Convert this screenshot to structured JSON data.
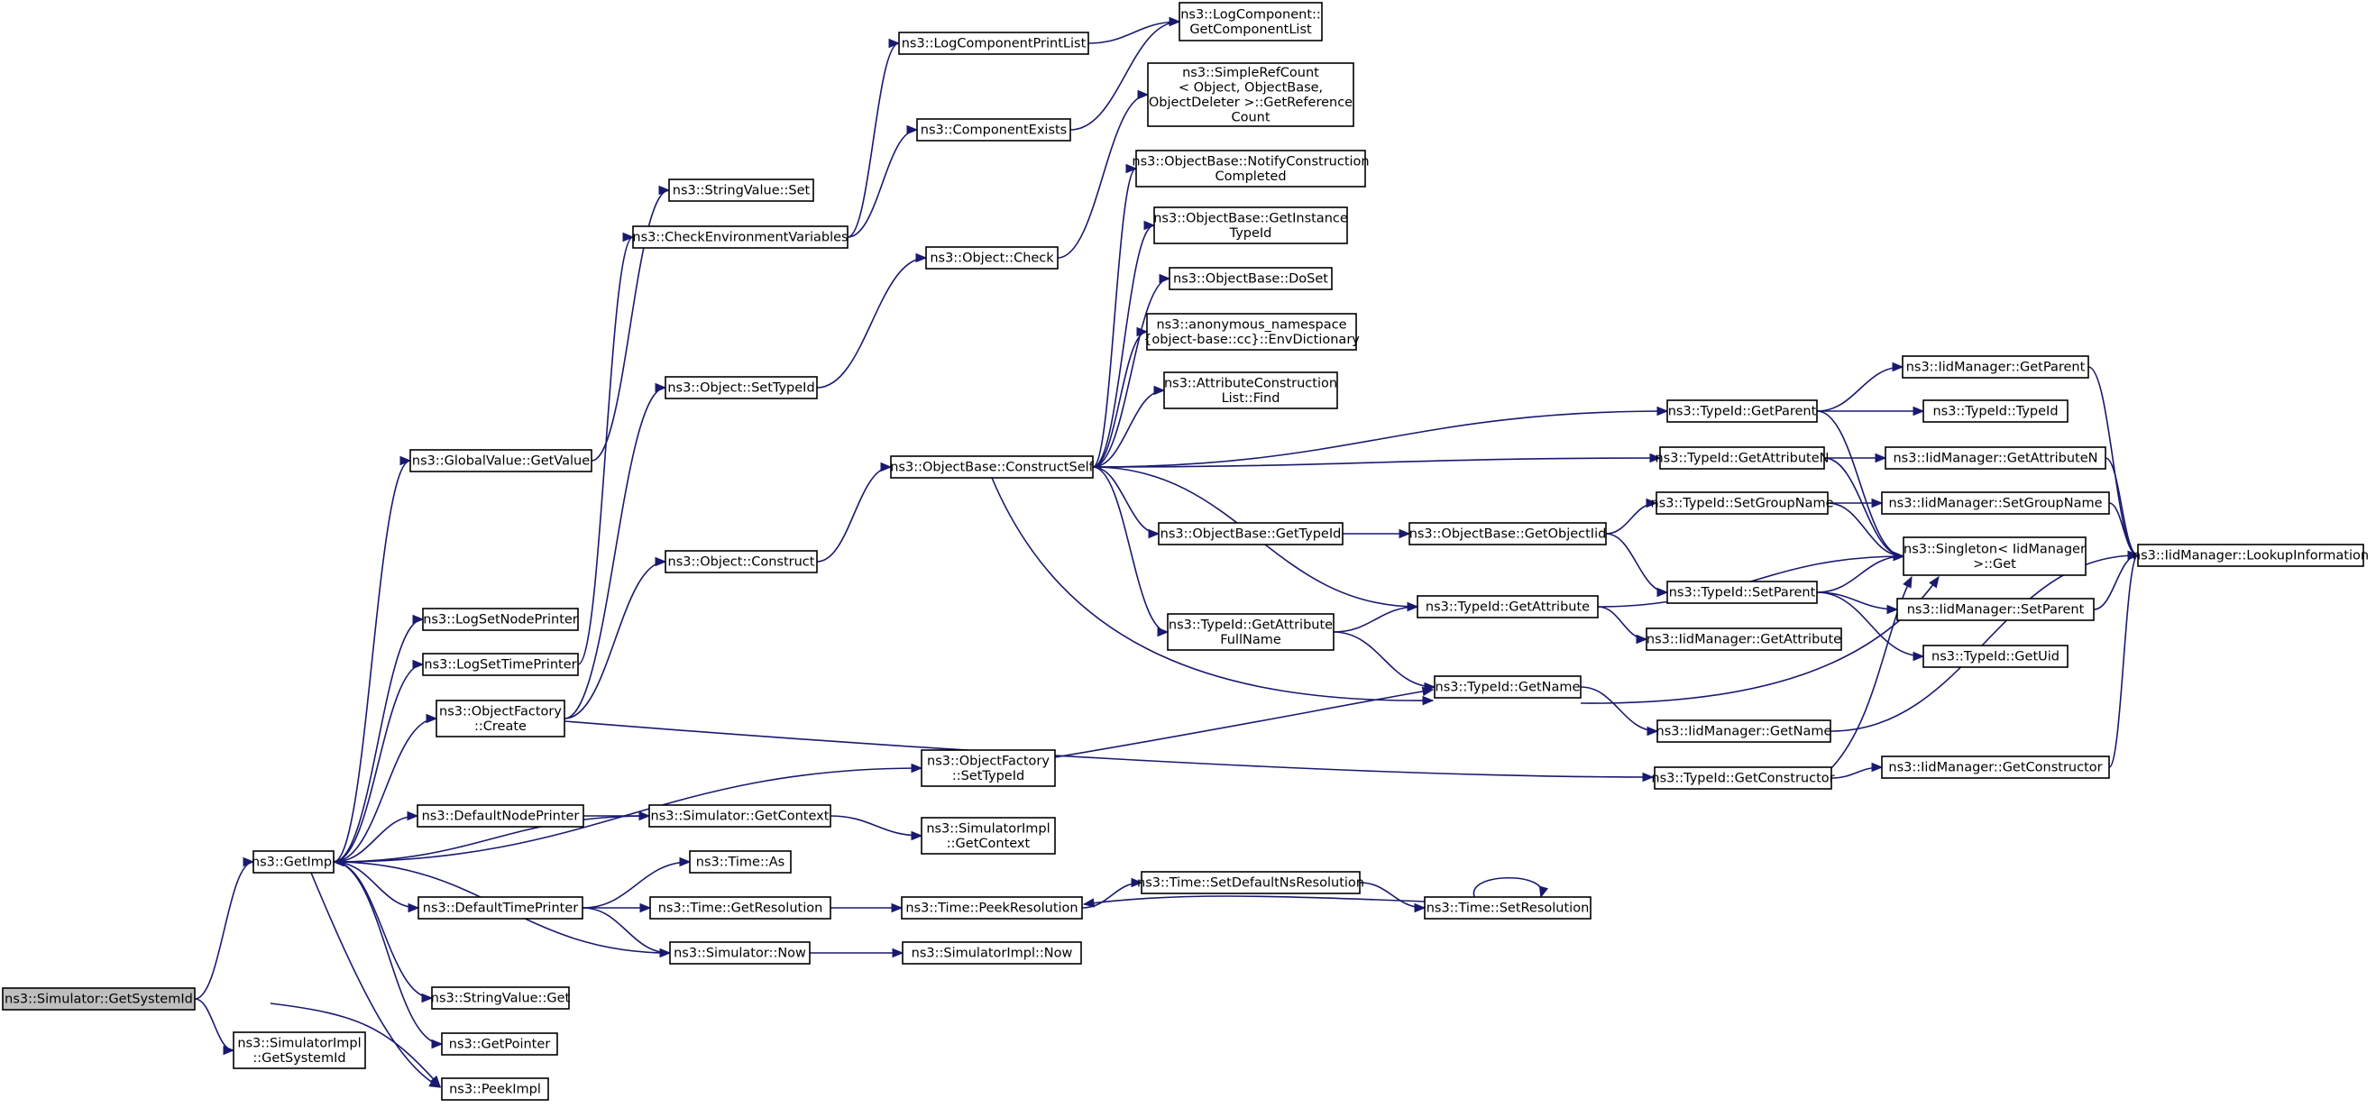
{
  "colors": {
    "edge": "#191970",
    "node_border": "#000000",
    "root_fill": "#bfbfbf",
    "node_fill": "#ffffff"
  },
  "nodes": [
    {
      "id": "getSystemId",
      "lines": [
        "ns3::Simulator::GetSystemId"
      ],
      "highlight": true
    },
    {
      "id": "getImpl",
      "lines": [
        "ns3::GetImpl"
      ]
    },
    {
      "id": "simImplGetSystemId",
      "lines": [
        "ns3::SimulatorImpl",
        "::GetSystemId"
      ]
    },
    {
      "id": "peekImpl",
      "lines": [
        "ns3::PeekImpl"
      ]
    },
    {
      "id": "globalValueGetValue",
      "lines": [
        "ns3::GlobalValue::GetValue"
      ]
    },
    {
      "id": "logSetNodePrinter",
      "lines": [
        "ns3::LogSetNodePrinter"
      ]
    },
    {
      "id": "logSetTimePrinter",
      "lines": [
        "ns3::LogSetTimePrinter"
      ]
    },
    {
      "id": "objectFactoryCreate",
      "lines": [
        "ns3::ObjectFactory",
        "::Create"
      ]
    },
    {
      "id": "defaultNodePrinter",
      "lines": [
        "ns3::DefaultNodePrinter"
      ]
    },
    {
      "id": "defaultTimePrinter",
      "lines": [
        "ns3::DefaultTimePrinter"
      ]
    },
    {
      "id": "stringValueGet",
      "lines": [
        "ns3::StringValue::Get"
      ]
    },
    {
      "id": "getPointer",
      "lines": [
        "ns3::GetPointer"
      ]
    },
    {
      "id": "stringValueSet",
      "lines": [
        "ns3::StringValue::Set"
      ]
    },
    {
      "id": "checkEnvVars",
      "lines": [
        "ns3::CheckEnvironmentVariables"
      ]
    },
    {
      "id": "objectSetTypeId",
      "lines": [
        "ns3::Object::SetTypeId"
      ]
    },
    {
      "id": "objectConstruct",
      "lines": [
        "ns3::Object::Construct"
      ]
    },
    {
      "id": "objectFactorySetTypeId",
      "lines": [
        "ns3::ObjectFactory",
        "::SetTypeId"
      ]
    },
    {
      "id": "simulatorGetContext",
      "lines": [
        "ns3::Simulator::GetContext"
      ]
    },
    {
      "id": "timeAs",
      "lines": [
        "ns3::Time::As"
      ]
    },
    {
      "id": "timeGetResolution",
      "lines": [
        "ns3::Time::GetResolution"
      ]
    },
    {
      "id": "simulatorNow",
      "lines": [
        "ns3::Simulator::Now"
      ]
    },
    {
      "id": "logComponentPrintList",
      "lines": [
        "ns3::LogComponentPrintList"
      ]
    },
    {
      "id": "componentExists",
      "lines": [
        "ns3::ComponentExists"
      ]
    },
    {
      "id": "objectCheck",
      "lines": [
        "ns3::Object::Check"
      ]
    },
    {
      "id": "constructSelf",
      "lines": [
        "ns3::ObjectBase::ConstructSelf"
      ]
    },
    {
      "id": "simImplGetContext",
      "lines": [
        "ns3::SimulatorImpl",
        "::GetContext"
      ]
    },
    {
      "id": "timePeekResolution",
      "lines": [
        "ns3::Time::PeekResolution"
      ]
    },
    {
      "id": "simImplNow",
      "lines": [
        "ns3::SimulatorImpl::Now"
      ]
    },
    {
      "id": "getComponentList",
      "lines": [
        "ns3::LogComponent::",
        "GetComponentList"
      ]
    },
    {
      "id": "getReferenceCount",
      "lines": [
        "ns3::SimpleRefCount",
        "< Object, ObjectBase,",
        " ObjectDeleter >::GetReference",
        "Count"
      ]
    },
    {
      "id": "notifyConstructionCompleted",
      "lines": [
        "ns3::ObjectBase::NotifyConstruction",
        "Completed"
      ]
    },
    {
      "id": "getInstanceTypeId",
      "lines": [
        "ns3::ObjectBase::GetInstance",
        "TypeId"
      ]
    },
    {
      "id": "doSet",
      "lines": [
        "ns3::ObjectBase::DoSet"
      ]
    },
    {
      "id": "envDictionary",
      "lines": [
        "ns3::anonymous_namespace",
        "{object-base::cc}::EnvDictionary"
      ]
    },
    {
      "id": "attrConstructionListFind",
      "lines": [
        "ns3::AttributeConstruction",
        "List::Find"
      ]
    },
    {
      "id": "objectBaseGetTypeId",
      "lines": [
        "ns3::ObjectBase::GetTypeId"
      ]
    },
    {
      "id": "getAttributeFullName",
      "lines": [
        "ns3::TypeId::GetAttribute",
        "FullName"
      ]
    },
    {
      "id": "setDefaultNsResolution",
      "lines": [
        "ns3::Time::SetDefaultNsResolution"
      ]
    },
    {
      "id": "timeSetResolution",
      "lines": [
        "ns3::Time::SetResolution"
      ]
    },
    {
      "id": "getObjectIid",
      "lines": [
        "ns3::ObjectBase::GetObjectIid"
      ]
    },
    {
      "id": "typeIdGetAttribute",
      "lines": [
        "ns3::TypeId::GetAttribute"
      ]
    },
    {
      "id": "typeIdGetName",
      "lines": [
        "ns3::TypeId::GetName"
      ]
    },
    {
      "id": "typeIdGetParent",
      "lines": [
        "ns3::TypeId::GetParent"
      ]
    },
    {
      "id": "typeIdGetAttributeN",
      "lines": [
        "ns3::TypeId::GetAttributeN"
      ]
    },
    {
      "id": "typeIdSetGroupName",
      "lines": [
        "ns3::TypeId::SetGroupName"
      ]
    },
    {
      "id": "typeIdSetParent",
      "lines": [
        "ns3::TypeId::SetParent"
      ]
    },
    {
      "id": "iidGetAttribute",
      "lines": [
        "ns3::IidManager::GetAttribute"
      ]
    },
    {
      "id": "iidGetName",
      "lines": [
        "ns3::IidManager::GetName"
      ]
    },
    {
      "id": "typeIdGetConstructor",
      "lines": [
        "ns3::TypeId::GetConstructor"
      ]
    },
    {
      "id": "iidGetParent",
      "lines": [
        "ns3::IidManager::GetParent"
      ]
    },
    {
      "id": "typeIdTypeId",
      "lines": [
        "ns3::TypeId::TypeId"
      ]
    },
    {
      "id": "iidGetAttributeN",
      "lines": [
        "ns3::IidManager::GetAttributeN"
      ]
    },
    {
      "id": "iidSetGroupName",
      "lines": [
        "ns3::IidManager::SetGroupName"
      ]
    },
    {
      "id": "singletonGet",
      "lines": [
        "ns3::Singleton< IidManager",
        " >::Get"
      ]
    },
    {
      "id": "iidSetParent",
      "lines": [
        "ns3::IidManager::SetParent"
      ]
    },
    {
      "id": "typeIdGetUid",
      "lines": [
        "ns3::TypeId::GetUid"
      ]
    },
    {
      "id": "iidGetConstructor",
      "lines": [
        "ns3::IidManager::GetConstructor"
      ]
    },
    {
      "id": "iidLookupInformation",
      "lines": [
        "ns3::IidManager::LookupInformation"
      ]
    }
  ],
  "edges": [
    [
      "getSystemId",
      "getImpl"
    ],
    [
      "getSystemId",
      "simImplGetSystemId"
    ],
    [
      "getSystemId",
      "peekImpl"
    ],
    [
      "getImpl",
      "globalValueGetValue"
    ],
    [
      "getImpl",
      "logSetNodePrinter"
    ],
    [
      "getImpl",
      "logSetTimePrinter"
    ],
    [
      "getImpl",
      "objectFactoryCreate"
    ],
    [
      "getImpl",
      "objectFactorySetTypeId"
    ],
    [
      "getImpl",
      "defaultNodePrinter"
    ],
    [
      "getImpl",
      "defaultTimePrinter"
    ],
    [
      "getImpl",
      "stringValueGet"
    ],
    [
      "getImpl",
      "getPointer"
    ],
    [
      "getImpl",
      "peekImpl"
    ],
    [
      "globalValueGetValue",
      "stringValueSet"
    ],
    [
      "logSetTimePrinter",
      "checkEnvVars"
    ],
    [
      "objectFactoryCreate",
      "objectSetTypeId"
    ],
    [
      "objectFactoryCreate",
      "objectConstruct"
    ],
    [
      "objectFactoryCreate",
      "typeIdGetConstructor"
    ],
    [
      "objectFactorySetTypeId",
      "typeIdGetName"
    ],
    [
      "defaultNodePrinter",
      "simulatorGetContext"
    ],
    [
      "simulatorGetContext",
      "simImplGetContext"
    ],
    [
      "simulatorGetContext",
      "getImpl"
    ],
    [
      "defaultTimePrinter",
      "timeAs"
    ],
    [
      "defaultTimePrinter",
      "timeGetResolution"
    ],
    [
      "defaultTimePrinter",
      "simulatorNow"
    ],
    [
      "simulatorNow",
      "getImpl"
    ],
    [
      "simulatorNow",
      "simImplNow"
    ],
    [
      "timeGetResolution",
      "timePeekResolution"
    ],
    [
      "timePeekResolution",
      "setDefaultNsResolution"
    ],
    [
      "setDefaultNsResolution",
      "timeSetResolution"
    ],
    [
      "timeSetResolution",
      "timePeekResolution"
    ],
    [
      "timeSetResolution",
      "timeSetResolution"
    ],
    [
      "checkEnvVars",
      "logComponentPrintList"
    ],
    [
      "checkEnvVars",
      "componentExists"
    ],
    [
      "logComponentPrintList",
      "getComponentList"
    ],
    [
      "componentExists",
      "getComponentList"
    ],
    [
      "objectSetTypeId",
      "objectCheck"
    ],
    [
      "objectCheck",
      "getReferenceCount"
    ],
    [
      "objectConstruct",
      "constructSelf"
    ],
    [
      "constructSelf",
      "notifyConstructionCompleted"
    ],
    [
      "constructSelf",
      "getInstanceTypeId"
    ],
    [
      "constructSelf",
      "doSet"
    ],
    [
      "constructSelf",
      "envDictionary"
    ],
    [
      "constructSelf",
      "attrConstructionListFind"
    ],
    [
      "constructSelf",
      "typeIdGetParent"
    ],
    [
      "constructSelf",
      "typeIdGetAttributeN"
    ],
    [
      "constructSelf",
      "objectBaseGetTypeId"
    ],
    [
      "constructSelf",
      "typeIdGetAttribute"
    ],
    [
      "constructSelf",
      "getAttributeFullName"
    ],
    [
      "constructSelf",
      "typeIdGetName"
    ],
    [
      "objectBaseGetTypeId",
      "getObjectIid"
    ],
    [
      "getObjectIid",
      "typeIdSetGroupName"
    ],
    [
      "getObjectIid",
      "typeIdSetParent"
    ],
    [
      "getAttributeFullName",
      "typeIdGetAttribute"
    ],
    [
      "getAttributeFullName",
      "typeIdGetName"
    ],
    [
      "typeIdGetAttribute",
      "iidGetAttribute"
    ],
    [
      "typeIdGetAttribute",
      "singletonGet"
    ],
    [
      "typeIdGetName",
      "iidGetName"
    ],
    [
      "typeIdGetName",
      "singletonGet"
    ],
    [
      "typeIdGetParent",
      "iidGetParent"
    ],
    [
      "typeIdGetParent",
      "typeIdTypeId"
    ],
    [
      "typeIdGetParent",
      "singletonGet"
    ],
    [
      "typeIdGetAttributeN",
      "iidGetAttributeN"
    ],
    [
      "typeIdGetAttributeN",
      "singletonGet"
    ],
    [
      "typeIdSetGroupName",
      "iidSetGroupName"
    ],
    [
      "typeIdSetGroupName",
      "singletonGet"
    ],
    [
      "typeIdSetParent",
      "singletonGet"
    ],
    [
      "typeIdSetParent",
      "iidSetParent"
    ],
    [
      "typeIdSetParent",
      "typeIdGetUid"
    ],
    [
      "typeIdGetConstructor",
      "iidGetConstructor"
    ],
    [
      "typeIdGetConstructor",
      "singletonGet"
    ],
    [
      "iidGetParent",
      "iidLookupInformation"
    ],
    [
      "iidGetAttributeN",
      "iidLookupInformation"
    ],
    [
      "iidSetGroupName",
      "iidLookupInformation"
    ],
    [
      "iidSetParent",
      "iidLookupInformation"
    ],
    [
      "iidGetName",
      "iidLookupInformation"
    ],
    [
      "iidGetConstructor",
      "iidLookupInformation"
    ]
  ]
}
